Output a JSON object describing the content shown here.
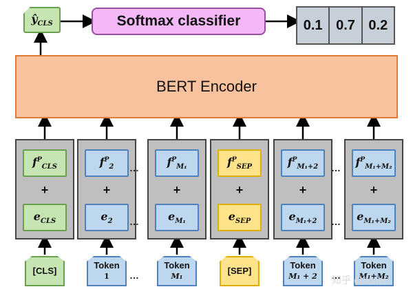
{
  "top": {
    "output_label": "ŷ",
    "output_sub": "CLS",
    "classifier_label": "Softmax classifier",
    "probabilities": [
      "0.1",
      "0.7",
      "0.2"
    ]
  },
  "encoder": {
    "label": "BERT Encoder"
  },
  "columns": [
    {
      "f_sub": "CLS",
      "e_sub": "CLS",
      "token_line1": "[CLS]",
      "token_line2": "",
      "color": "green"
    },
    {
      "f_sub": "2",
      "e_sub": "2",
      "token_line1": "Token",
      "token_line2": "1",
      "color": "blue"
    },
    {
      "f_sub": "M₁",
      "e_sub": "M₁",
      "token_line1": "Token",
      "token_line2": "M₁",
      "color": "blue"
    },
    {
      "f_sub": "SEP",
      "e_sub": "SEP",
      "token_line1": "[SEP]",
      "token_line2": "",
      "color": "yellow"
    },
    {
      "f_sub": "M₁+2",
      "e_sub": "M₁+2",
      "token_line1": "Token",
      "token_line2": "M₁ + 2",
      "color": "blue"
    },
    {
      "f_sub": "M₁+M₂",
      "e_sub": "M₁+M₂",
      "token_line1": "Token",
      "token_line2": "M₁+M₂",
      "color": "blue"
    }
  ],
  "symbols": {
    "f": "f",
    "f_sup": "P",
    "e": "e",
    "plus": "+",
    "ellipsis": "…"
  },
  "watermark": "知乎 @lionel"
}
